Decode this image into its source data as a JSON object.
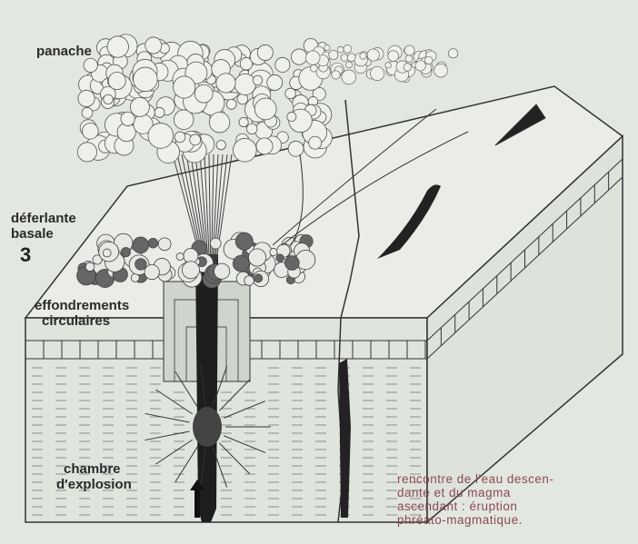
{
  "labels": {
    "panache": "panache",
    "deferlante_line1": "déferlante",
    "deferlante_line2": "basale",
    "figure_number": "3",
    "effondrements_line1": "effondrements",
    "effondrements_line2": "circulaires",
    "chambre_line1": "chambre",
    "chambre_line2": "d'explosion"
  },
  "caption": {
    "line1": "rencontre de l'eau descen-",
    "line2": "dante et du magma",
    "line3": "ascendant : éruption",
    "line4": "phréato-magmatique."
  },
  "colors": {
    "background": "#e3e7e1",
    "ink": "#2a2a2a",
    "caption": "#8a4a4e"
  }
}
